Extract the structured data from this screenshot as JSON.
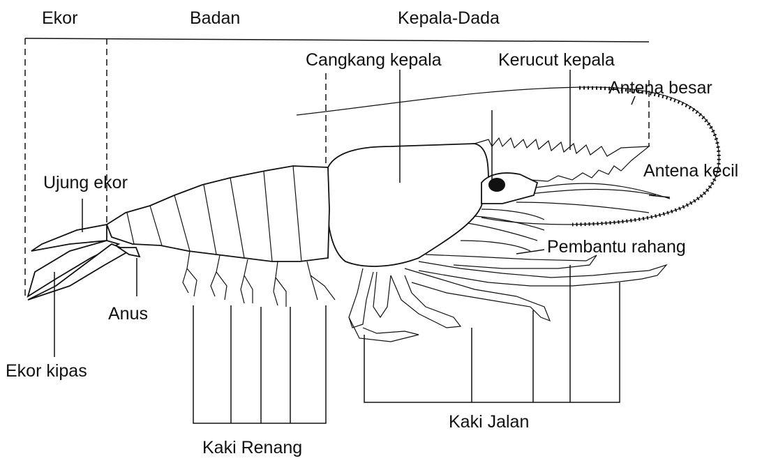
{
  "labels": {
    "ekor": "Ekor",
    "badan": "Badan",
    "kepala_dada": "Kepala-Dada",
    "cangkang_kepala": "Cangkang kepala",
    "kerucut_kepala": "Kerucut kepala",
    "antena_besar": "Antena besar",
    "antena_kecil": "Antena kecil",
    "pembantu_rahang": "Pembantu rahang",
    "ujung_ekor": "Ujung ekor",
    "anus": "Anus",
    "ekor_kipas": "Ekor kipas",
    "kaki_renang": "Kaki Renang",
    "kaki_jalan": "Kaki Jalan"
  }
}
